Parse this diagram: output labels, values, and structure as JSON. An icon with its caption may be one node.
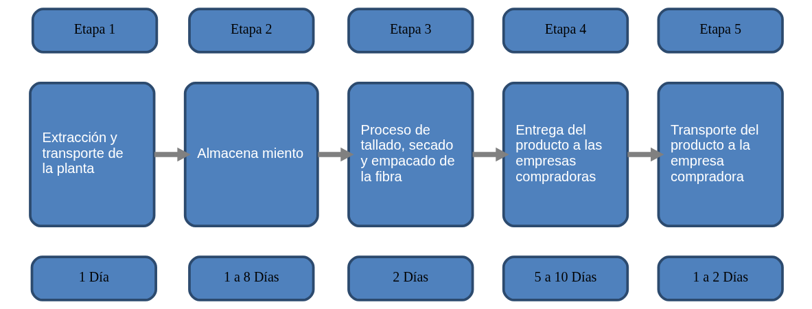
{
  "diagram": {
    "nodes": [
      {
        "text": [
          "Etapa 1"
        ]
      },
      {
        "text": [
          "Etapa 2"
        ]
      },
      {
        "text": [
          "Etapa 3"
        ]
      },
      {
        "text": [
          "Etapa 4"
        ]
      },
      {
        "text": [
          "Etapa 5"
        ]
      },
      {
        "text": [
          "Extracción y transporte de la planta"
        ]
      },
      {
        "text": [
          "Almacena miento"
        ]
      },
      {
        "text": [
          "Proceso de tallado, secado y empacado de la fibra"
        ]
      },
      {
        "text": [
          "Entrega del producto a las empresas compradoras"
        ]
      },
      {
        "text": [
          "Transporte del producto a la empresa compradora"
        ]
      },
      {
        "text": [
          "1 Día"
        ]
      },
      {
        "text": [
          "1 a 8 Días"
        ]
      },
      {
        "text": [
          "2 Días"
        ]
      },
      {
        "text": [
          "5 a 10 Días"
        ]
      },
      {
        "text": [
          "1 a 2 Días"
        ]
      }
    ],
    "edges": [
      {
        "from": 5,
        "to": 6,
        "arrow": "to"
      },
      {
        "from": 6,
        "to": 7,
        "arrow": "to"
      },
      {
        "from": 7,
        "to": 8,
        "arrow": "to"
      },
      {
        "from": 8,
        "to": 9,
        "arrow": "to"
      }
    ]
  }
}
